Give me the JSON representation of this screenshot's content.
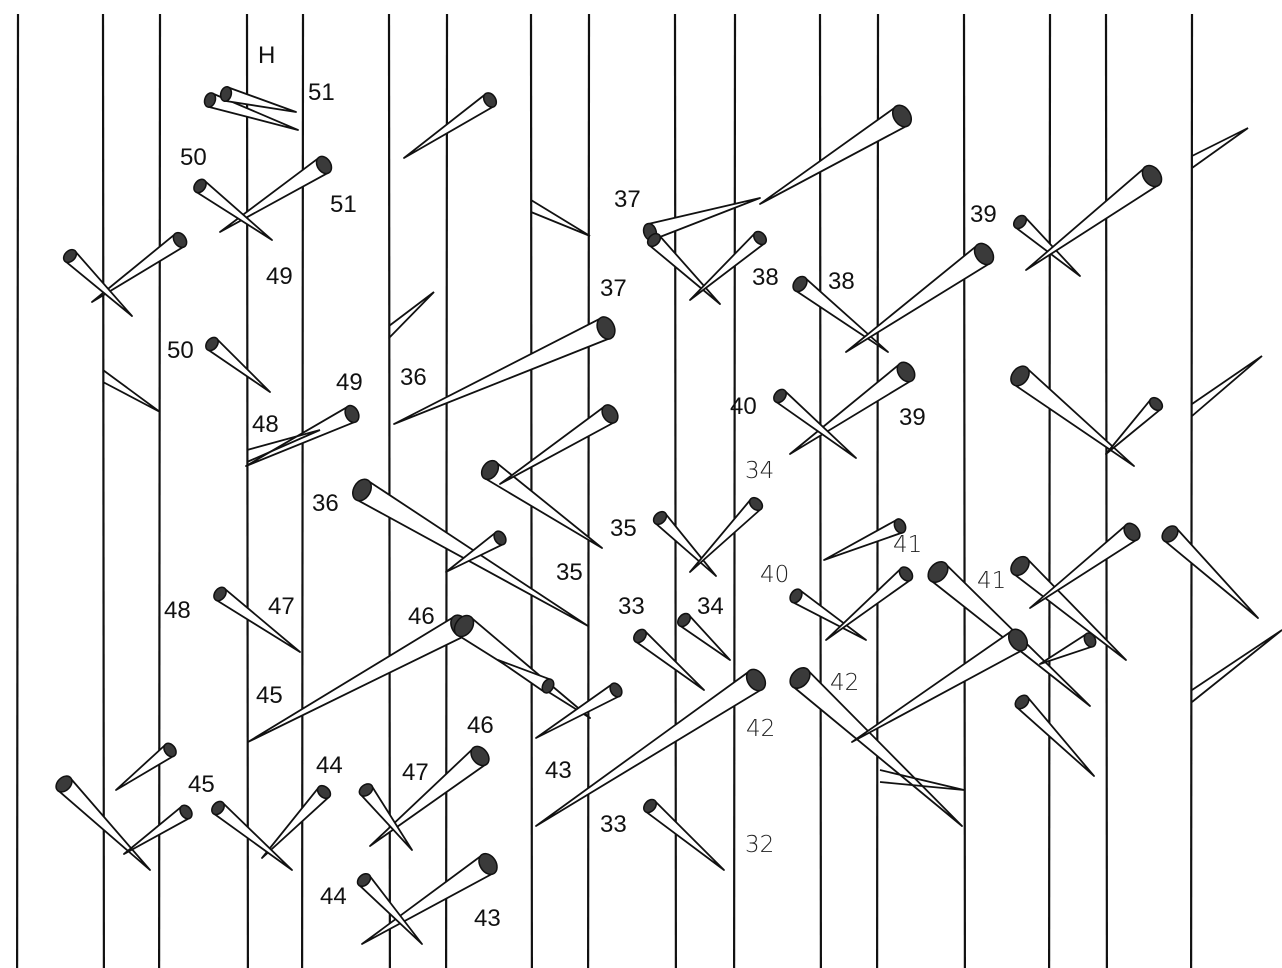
{
  "diagram": {
    "top_mark": "H",
    "labels": [
      "51",
      "51",
      "50",
      "50",
      "49",
      "49",
      "48",
      "48",
      "47",
      "47",
      "46",
      "46",
      "45",
      "45",
      "44",
      "44",
      "43",
      "43",
      "42",
      "42",
      "41",
      "41",
      "40",
      "40",
      "39",
      "39",
      "38",
      "38",
      "37",
      "37",
      "36",
      "36",
      "35",
      "35",
      "34",
      "34",
      "33",
      "33",
      "32"
    ]
  },
  "colors": {
    "ink": "#111111",
    "thorn_tip": "#3a3a3a",
    "background": "#ffffff"
  }
}
